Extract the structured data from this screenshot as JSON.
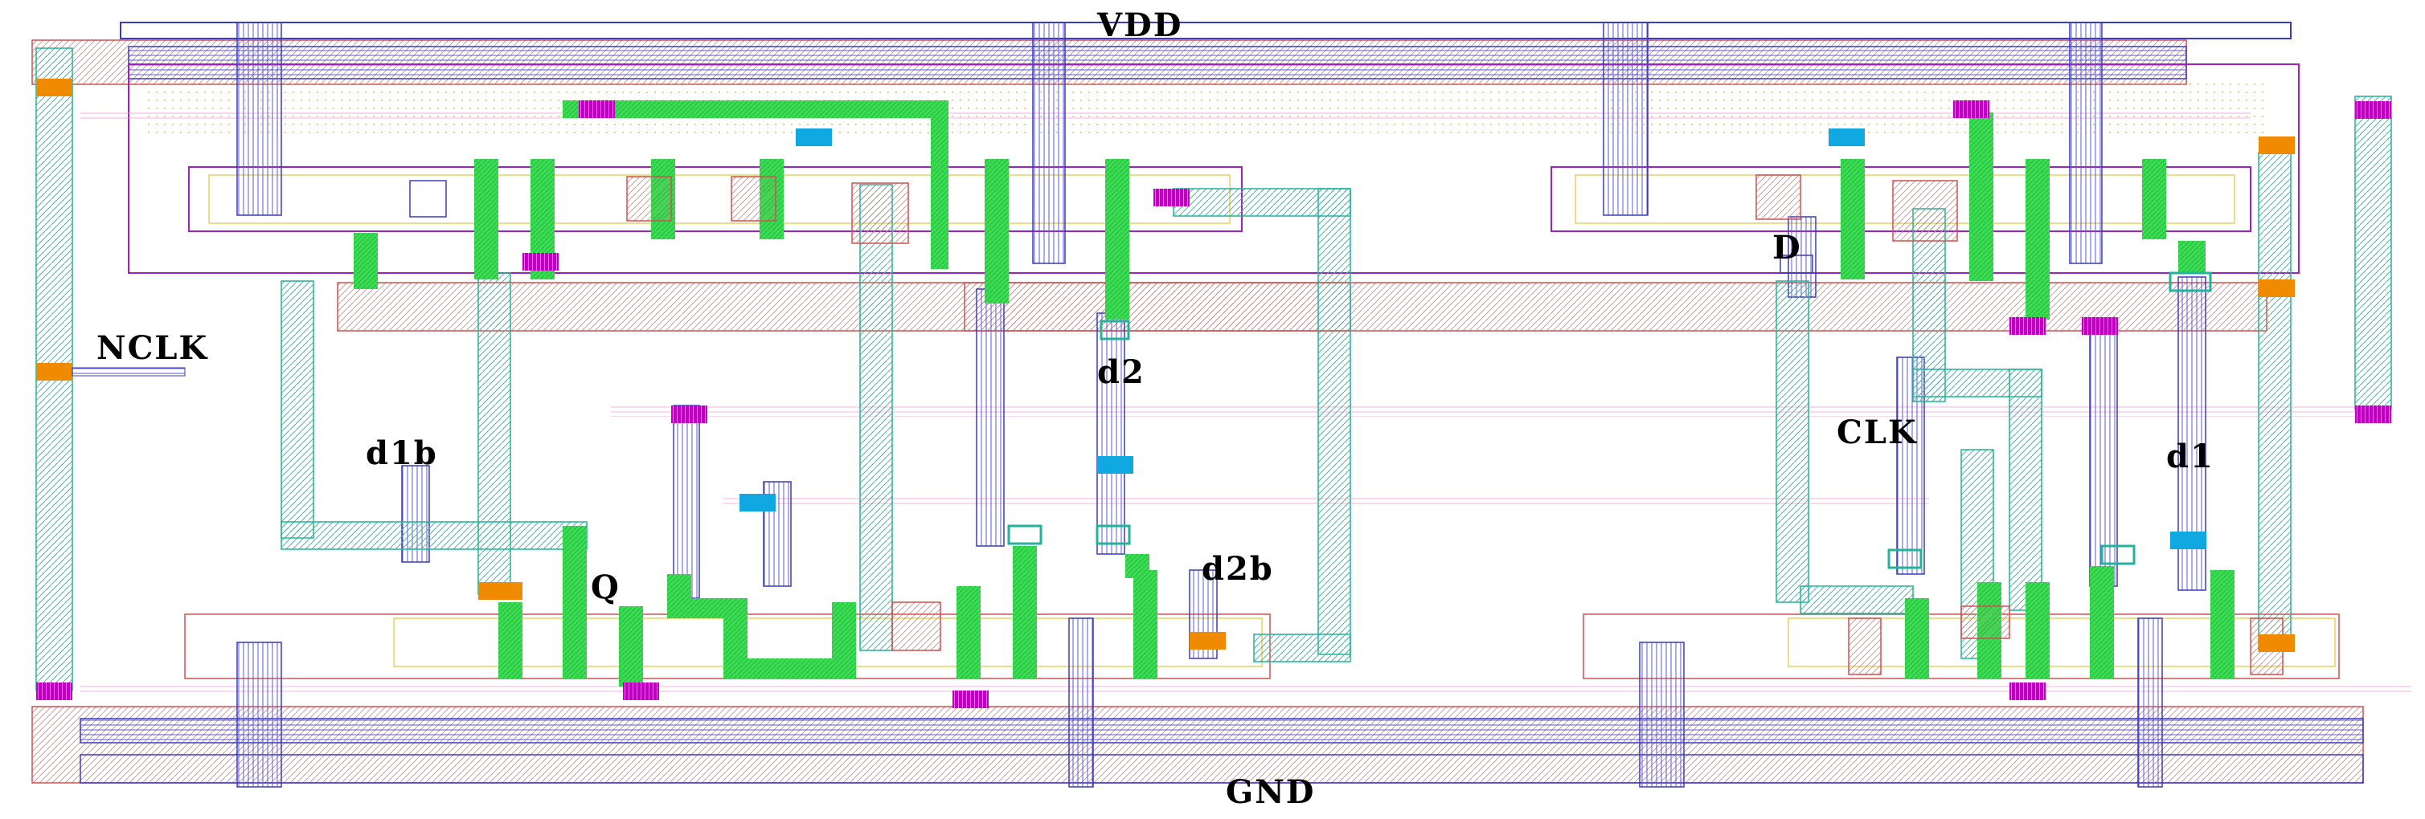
{
  "title": "",
  "labels": {
    "vdd": "VDD",
    "gnd": "GND",
    "nclk": "NCLK",
    "clk": "CLK",
    "d": "D",
    "q": "Q",
    "d1": "d1",
    "d1b": "d1b",
    "d2": "d2",
    "d2b": "d2b"
  },
  "colors": {
    "metal1_blue": "#3b3bbf",
    "metal2_teal": "#22b39a",
    "poly_green": "#3ddc55",
    "nwell_purple": "#a020c0",
    "diffusion_red": "#d05050",
    "implant_yellow": "#e8d060",
    "contact_orange": "#f08a00",
    "via_magenta": "#c000c0",
    "via_cyan": "#10a8e0"
  }
}
